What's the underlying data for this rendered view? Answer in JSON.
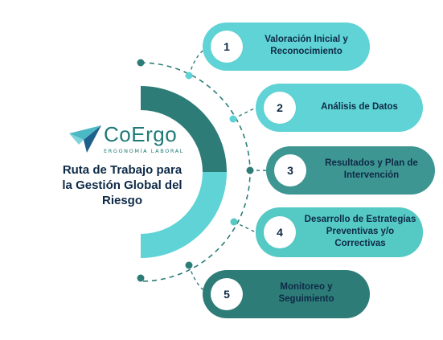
{
  "logo": {
    "name": "CoErgo",
    "tagline": "ERGONOMÍA LABORAL"
  },
  "title": {
    "line1": "Ruta de Trabajo  para",
    "line2": "la Gestión Global del",
    "line3": "Riesgo"
  },
  "steps": [
    {
      "number": "1",
      "line1": "Valoración Inicial y",
      "line2": "Reconocimiento",
      "line3": ""
    },
    {
      "number": "2",
      "line1": "Análisis de Datos",
      "line2": "",
      "line3": ""
    },
    {
      "number": "3",
      "line1": "Resultados y Plan de",
      "line2": "Intervención",
      "line3": ""
    },
    {
      "number": "4",
      "line1": "Desarrollo de Estrategias",
      "line2": "Preventivas y/o",
      "line3": "Correctivas"
    },
    {
      "number": "5",
      "line1": "Monitoreo y",
      "line2": "Seguimiento",
      "line3": ""
    }
  ],
  "colors": {
    "light_teal": "#5fd3d5",
    "mid_teal": "#55c9c4",
    "dark_teal": "#3e9692",
    "deep_teal": "#2e7c77",
    "navy_text": "#0e2a47",
    "logo_teal": "#1f7a78"
  }
}
